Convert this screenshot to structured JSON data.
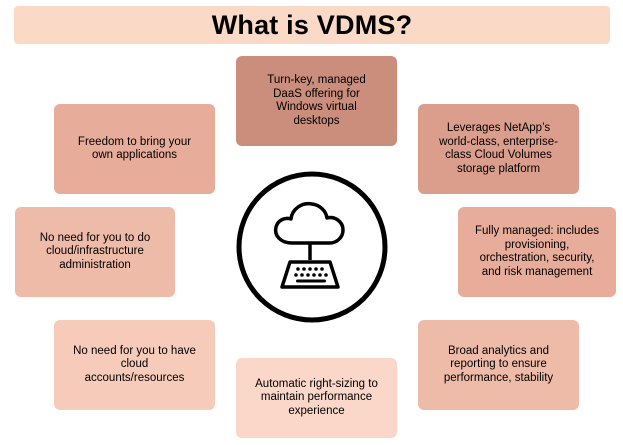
{
  "title": "What is VDMS?",
  "center_icon": "cloud-desktop-icon",
  "colors": {
    "title_background": "#fad9c6",
    "box_darkest": "#cb8d7c",
    "box_lightest": "#fad7c8",
    "hub_ring": "#000000"
  },
  "boxes": {
    "turnkey": [
      "Turn-key, managed",
      "DaaS offering for",
      "Windows virtual",
      "desktops"
    ],
    "freedom": [
      "Freedom to bring your",
      "own applications"
    ],
    "netapp": [
      "Leverages NetApp’s",
      "world-class, enterprise-",
      "class Cloud Volumes",
      "storage platform"
    ],
    "no_admin": [
      "No need for you to do",
      "cloud/infrastructure",
      "administration"
    ],
    "fully_managed": [
      "Fully managed: includes",
      "provisioning,",
      "orchestration, security,",
      "and risk management"
    ],
    "no_accounts": [
      "No need for you to have",
      "cloud",
      "accounts/resources"
    ],
    "analytics": [
      "Broad analytics and",
      "reporting to ensure",
      "performance, stability"
    ],
    "right_sizing": [
      "Automatic right-sizing to",
      "maintain performance",
      "experience"
    ]
  }
}
